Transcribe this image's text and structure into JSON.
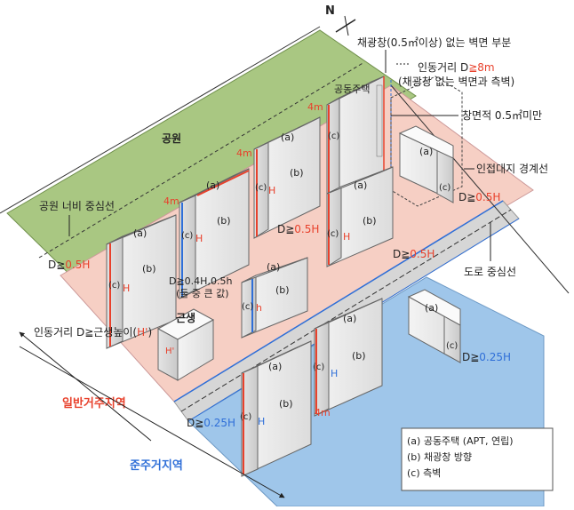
{
  "north": "N",
  "zones": {
    "park": "공원",
    "general_residential": "일반거주지역",
    "semi_residential": "준주거지역"
  },
  "lines": {
    "park_center": "공원 너비 중심선",
    "adjacent_boundary": "인접대지 경계선",
    "road_center": "도로 중심선"
  },
  "annotations": {
    "no_window_wall": "채광창(0.5㎡이상) 없는 벽면 부분",
    "apartment": "공동주택",
    "distance_line1_prefix": "인동거리 D",
    "distance_line1_value": "≧8m",
    "distance_line2": "(채광창 없는 벽면과 측벽)",
    "window_area": "창면적 0.5㎡미만",
    "distance_neighborhood_prefix": "인동거리 D≧근생높이(",
    "distance_neighborhood_value": "H'",
    "distance_neighborhood_suffix": ")",
    "between_buildings_prefix": "D≧0.4H,0.5h",
    "between_buildings_note": "(둘 중 큰 값)",
    "neighborhood_facility": "근생"
  },
  "distances": {
    "park_d_prefix": "D≧",
    "park_d_value": "0.5H",
    "mid_d_prefix": "D≧",
    "mid_d_value": "0.5H",
    "road_d_prefix": "D≧",
    "road_d_value": "0.5H",
    "boundary_d_prefix": "D≧",
    "boundary_d_value": "0.5H",
    "semi_right_prefix": "D≧",
    "semi_right_value": "0.25H",
    "semi_left_prefix": "D≧",
    "semi_left_value": "0.25H"
  },
  "setbacks": [
    "4m",
    "4m",
    "4m",
    "4m"
  ],
  "face_labels": {
    "a": "(a)",
    "b": "(b)",
    "c": "(c)"
  },
  "heights": {
    "H": "H",
    "h": "h",
    "H_prime": "H'"
  },
  "legend": [
    "(a) 공동주택 (APT, 연립)",
    "(b) 채광창 방향",
    "(c) 측벽"
  ],
  "colors": {
    "park": "#a9c782",
    "general_zone": "#f6cfc4",
    "semi_zone": "#9fc6ea",
    "road": "#d6d6d6",
    "highlight_red": "#e8412c",
    "highlight_blue": "#2f6fd8"
  }
}
